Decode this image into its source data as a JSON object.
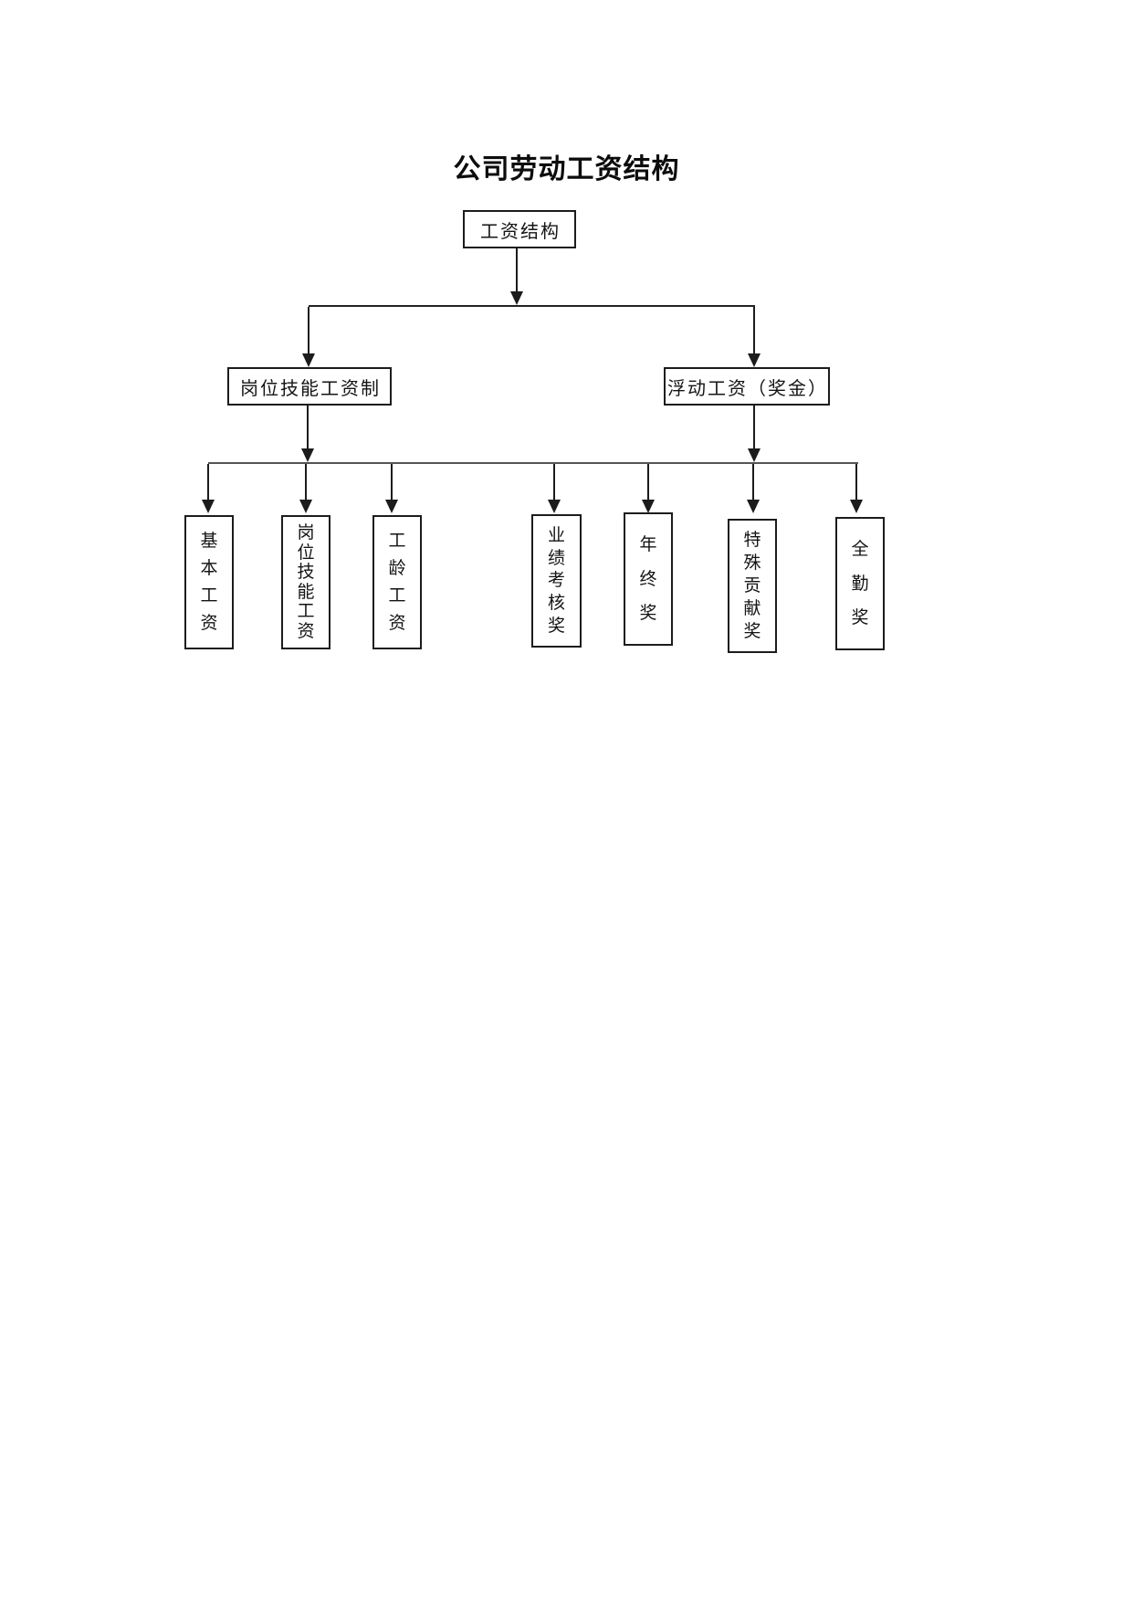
{
  "page": {
    "title": "公司劳动工资结构"
  },
  "colors": {
    "line": "#1c1c1c",
    "distribution_line": "#555555",
    "background": "#ffffff",
    "text": "#111111"
  },
  "org_chart": {
    "root": {
      "label": "工资结构"
    },
    "level2": [
      {
        "label": "岗位技能工资制"
      },
      {
        "label": "浮动工资（奖金）"
      }
    ],
    "level3": [
      {
        "label": "基本工资"
      },
      {
        "label": "岗位技能工资"
      },
      {
        "label": "工龄工资"
      },
      {
        "label": "业绩考核奖"
      },
      {
        "label": "年终奖"
      },
      {
        "label": "特殊贡献奖"
      },
      {
        "label": "全勤奖"
      }
    ]
  }
}
